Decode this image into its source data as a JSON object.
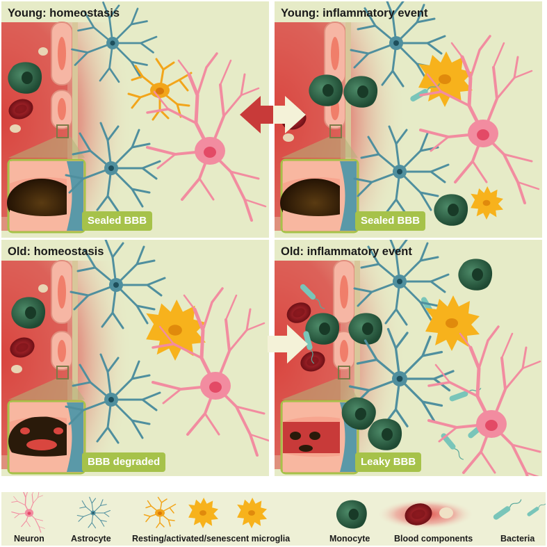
{
  "panels": {
    "young_homeostasis": {
      "title": "Young: homeostasis",
      "badge": "Sealed BBB"
    },
    "young_inflammatory": {
      "title": "Young: inflammatory event",
      "badge": "Sealed BBB"
    },
    "old_homeostasis": {
      "title": "Old: homeostasis",
      "badge": "BBB degraded"
    },
    "old_inflammatory": {
      "title": "Old: inflammatory event",
      "badge": "Leaky BBB"
    }
  },
  "legend": {
    "neuron": "Neuron",
    "astrocyte": "Astrocyte",
    "microglia": "Resting/activated/senescent microglia",
    "monocyte": "Monocyte",
    "blood": "Blood components",
    "bacteria": "Bacteria"
  },
  "colors": {
    "background": "#e6ebc7",
    "vessel": "#d9463f",
    "neuron": "#f28ca0",
    "astrocyte": "#4f8f9e",
    "microglia": "#f2a51a",
    "monocyte": "#2e6447",
    "red_blood_cell": "#9c1f25",
    "bacteria": "#79c5b9",
    "badge": "#a6c24a"
  }
}
